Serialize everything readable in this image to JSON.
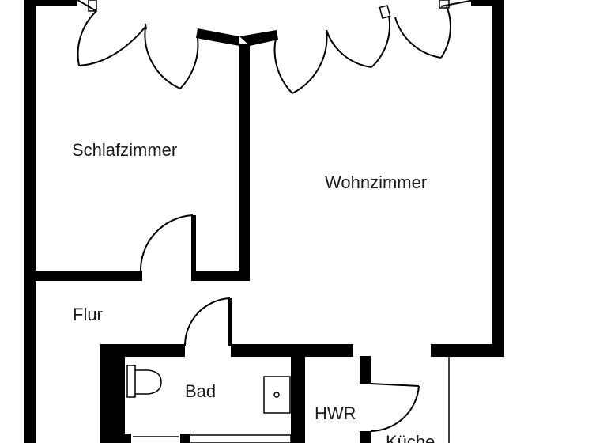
{
  "rooms": {
    "schlafzimmer": "Schlafzimmer",
    "wohnzimmer": "Wohnzimmer",
    "flur": "Flur",
    "bad": "Bad",
    "hwr": "HWR",
    "kueche": "Küche"
  },
  "colors": {
    "wall": "#000000",
    "background": "#ffffff",
    "text": "#1a1a1a"
  }
}
